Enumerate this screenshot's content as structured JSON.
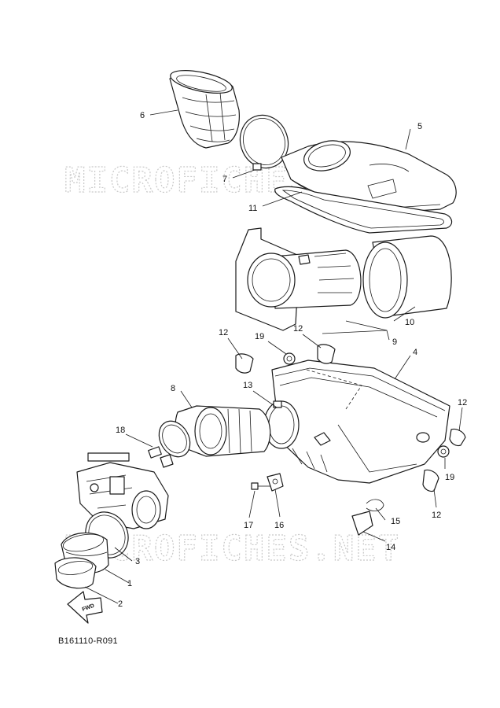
{
  "diagram": {
    "code": "B161110-R091",
    "fwd_label": "FWD",
    "watermark": "MICROFICHES.NET",
    "callouts": {
      "c1": "1",
      "c2": "2",
      "c3": "3",
      "c4": "4",
      "c5": "5",
      "c6": "6",
      "c7": "7",
      "c8": "8",
      "c9": "9",
      "c10": "10",
      "c11": "11",
      "c12a": "12",
      "c12b": "12",
      "c12c": "12",
      "c12d": "12",
      "c13": "13",
      "c14": "14",
      "c15": "15",
      "c16": "16",
      "c17": "17",
      "c18": "18",
      "c19a": "19",
      "c19b": "19"
    }
  }
}
